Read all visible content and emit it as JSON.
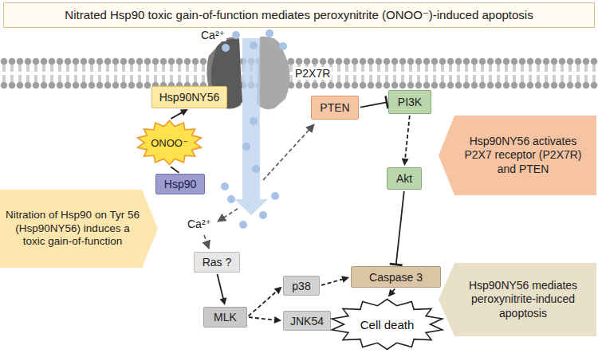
{
  "diagram": {
    "title": "Nitrated Hsp90 toxic gain-of-function mediates peroxynitrite (ONOO⁻)-induced apoptosis",
    "nodes": [
      {
        "text": [
          "Hsp90NY56"
        ]
      },
      {
        "text": [
          "PTEN"
        ]
      },
      {
        "text": [
          "PI3K"
        ]
      },
      {
        "text": [
          "Hsp90NY56 activates P2X7 receptor (P2X7R) and PTEN"
        ]
      },
      {
        "text": [
          "ONOO⁻"
        ]
      },
      {
        "text": [
          "Hsp90"
        ]
      },
      {
        "text": [
          "Akt"
        ]
      },
      {
        "text": [
          "Nitration of Hsp90 on Tyr 56 (Hsp90NY56) induces a toxic gain-of-function"
        ]
      },
      {
        "text": [
          "Ras ?"
        ]
      },
      {
        "text": [
          "Caspase 3"
        ]
      },
      {
        "text": [
          "Hsp90NY56 mediates peroxynitrite-induced apoptosis"
        ]
      },
      {
        "text": [
          "p38"
        ]
      },
      {
        "text": [
          "MLK"
        ]
      },
      {
        "text": [
          "JNK54"
        ]
      },
      {
        "text": [
          "Cell death"
        ]
      }
    ],
    "edges": [
      {
        "from": 4,
        "to": 0,
        "arrow": "to"
      },
      {
        "from": 5,
        "to": 4,
        "arrow": "none"
      },
      {
        "from": 1,
        "to": 2,
        "arrow": "to"
      },
      {
        "from": 2,
        "to": 6,
        "arrow": "to"
      },
      {
        "from": 6,
        "to": 9,
        "arrow": "to"
      },
      {
        "from": 8,
        "to": 12,
        "arrow": "to"
      },
      {
        "from": 12,
        "to": 11,
        "arrow": "to"
      },
      {
        "from": 12,
        "to": 13,
        "arrow": "to"
      },
      {
        "from": 11,
        "to": 9,
        "arrow": "to"
      },
      {
        "from": 9,
        "to": 14,
        "arrow": "to"
      }
    ],
    "labels": [
      "Ca²⁺",
      "P2X7R",
      "Ca²⁺"
    ]
  }
}
